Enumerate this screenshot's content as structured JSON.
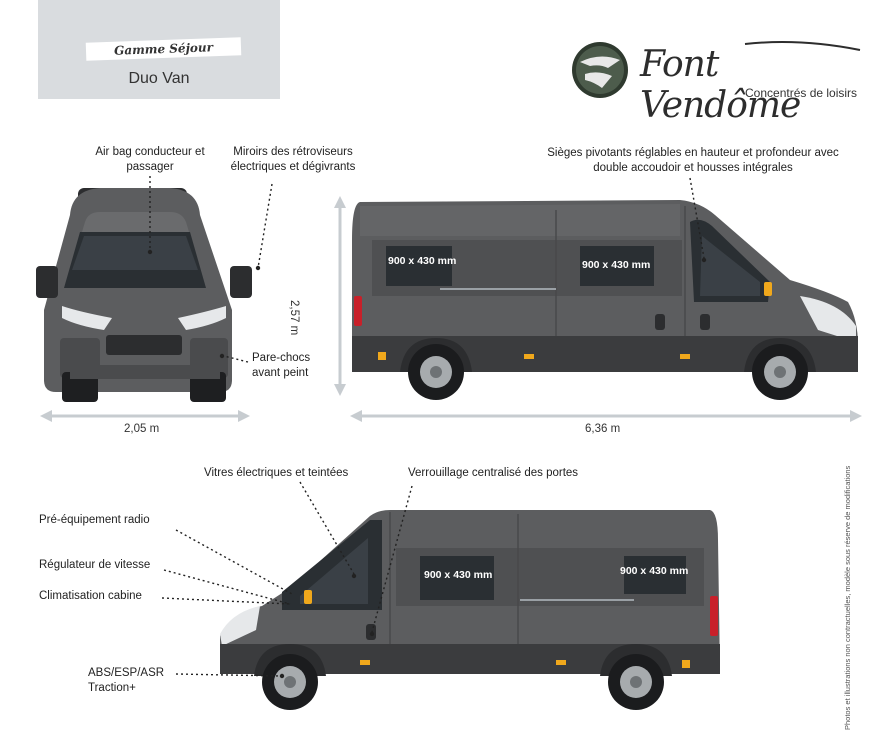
{
  "header": {
    "range_label": "Gamme Séjour",
    "model_name": "Duo Van"
  },
  "brand": {
    "logo_text": "Font Vendôme",
    "tagline": "Concentrés de loisirs"
  },
  "callouts": {
    "airbag": "Air bag conducteur et passager",
    "mirrors": "Miroirs des rétroviseurs électriques et dégivrants",
    "bumper": "Pare-chocs avant peint",
    "seats": "Sièges pivotants réglables en hauteur et profondeur avec double accoudoir et housses intégrales",
    "electric_windows": "Vitres électriques et teintées",
    "central_locking": "Verrouillage centralisé des portes",
    "radio": "Pré-équipement radio",
    "cruise": "Régulateur de vitesse",
    "climate": "Climatisation cabine",
    "abs": "ABS/ESP/ASR Traction+"
  },
  "dimensions": {
    "width": "2,05 m",
    "height": "2,57 m",
    "length": "6,36 m"
  },
  "windows": {
    "size_label": "900 x 430 mm"
  },
  "side_note": "Photos et illustrations non contractuelles, modèle sous réserve de modifications",
  "colors": {
    "van_body": "#5c5d5f",
    "van_dark": "#3b3c3e",
    "window": "#2a2f33",
    "accent": "#f0a81c",
    "brake": "#c8202a",
    "logo_green": "#3b4a3a"
  }
}
